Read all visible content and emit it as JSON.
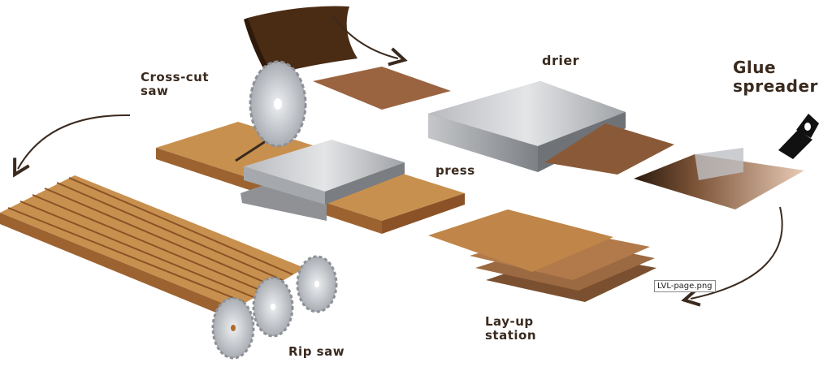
{
  "labels": {
    "crosscut_line1": "Cross-cut",
    "crosscut_line2": "saw",
    "drier": "drier",
    "glue_line1": "Glue",
    "glue_line2": "spreader",
    "press": "press",
    "layup_line1": "Lay-up",
    "layup_line2": "station",
    "rip_saw": "Rip saw"
  },
  "tooltip": "LVL-page.png",
  "colors": {
    "veneer_dark": "#4a2c14",
    "veneer_light": "#b27a4a",
    "board_top": "#c8904e",
    "board_side": "#9c6230",
    "metal_top": "#c9c9cb",
    "metal_side": "#8f9195",
    "blade": "#cfd2d6",
    "arrow": "#3a2a1e"
  }
}
